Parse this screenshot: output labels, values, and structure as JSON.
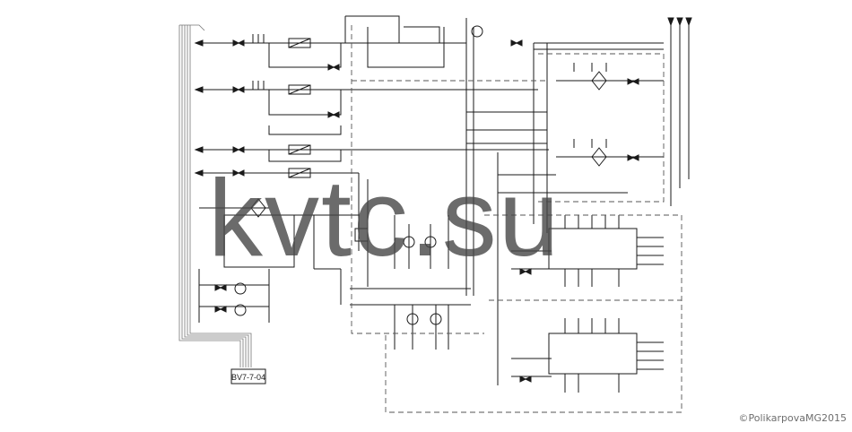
{
  "watermark": "kvtc.su",
  "copyright": "©PolikarpovaMG2015",
  "panel_label": "BV7-7-04",
  "colors": {
    "line": "#1a1a1a",
    "dashed": "#555555",
    "watermark": "#464646"
  }
}
